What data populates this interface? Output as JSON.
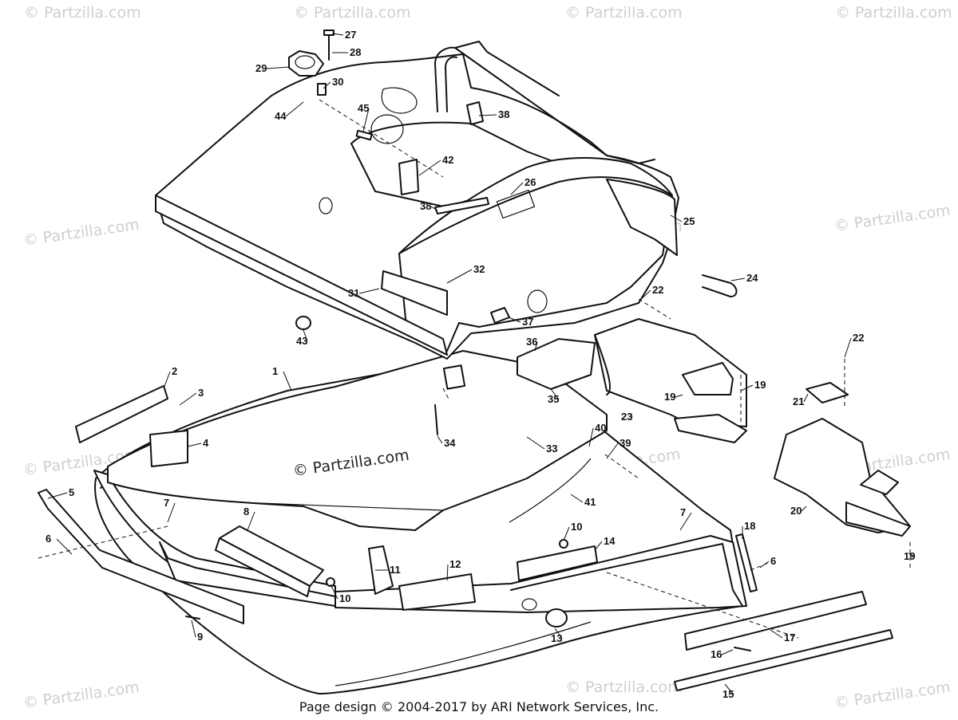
{
  "watermark": "© Partzilla.com",
  "center_mark": "© Partzilla.com",
  "footer": "Page design © 2004-2017 by ARI Network Services, Inc.",
  "callouts": [
    "1",
    "2",
    "3",
    "4",
    "5",
    "6",
    "6",
    "7",
    "7",
    "8",
    "9",
    "10",
    "10",
    "11",
    "12",
    "13",
    "14",
    "15",
    "16",
    "17",
    "18",
    "19",
    "19",
    "19",
    "20",
    "21",
    "22",
    "22",
    "23",
    "24",
    "25",
    "26",
    "27",
    "28",
    "29",
    "30",
    "31",
    "32",
    "33",
    "34",
    "35",
    "36",
    "37",
    "38",
    "38",
    "39",
    "40",
    "41",
    "42",
    "43",
    "44",
    "45"
  ]
}
